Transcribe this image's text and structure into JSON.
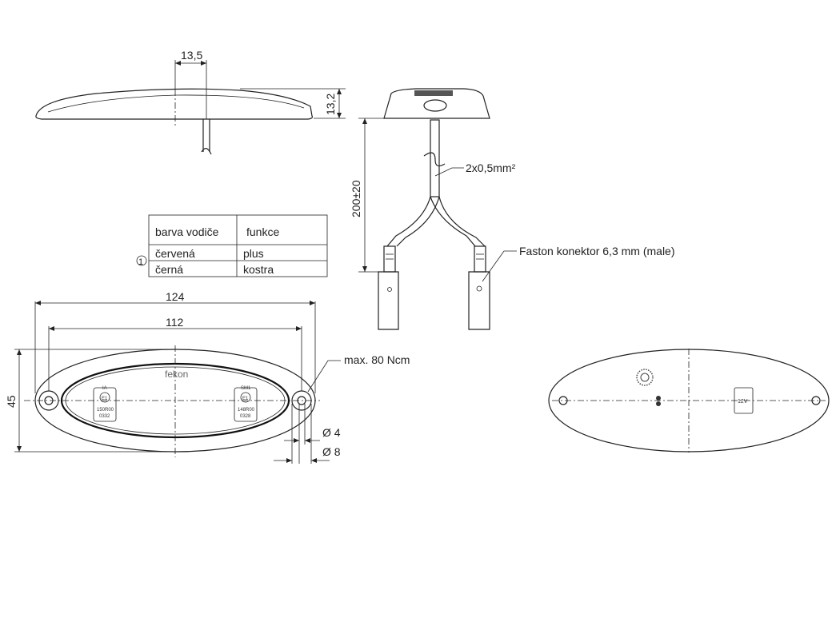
{
  "dimensions": {
    "d_13_5": "13,5",
    "d_13_2": "13,2",
    "d_200": "200±20",
    "d_124": "124",
    "d_112": "112",
    "d_45": "45",
    "d_phi4": "Ø 4",
    "d_phi8": "Ø 8"
  },
  "labels": {
    "wire": "2x0,5mm²",
    "faston": "Faston konektor 6,3 mm (male)",
    "torque": "max. 80 Ncm"
  },
  "table": {
    "header_color": "barva vodiče",
    "header_function": "funkce",
    "callout": "1",
    "rows": [
      {
        "color": "červená",
        "function": "plus"
      },
      {
        "color": "černá",
        "function": "kostra"
      }
    ]
  },
  "lamp_markings": {
    "logo": "fekon",
    "left_code": "IA",
    "left_e": "E1",
    "left_num1": "150R00",
    "left_num2": "0332",
    "right_code": "SM1",
    "right_e": "E1",
    "right_num1": "148R00",
    "right_num2": "0328",
    "voltage": "12V"
  }
}
